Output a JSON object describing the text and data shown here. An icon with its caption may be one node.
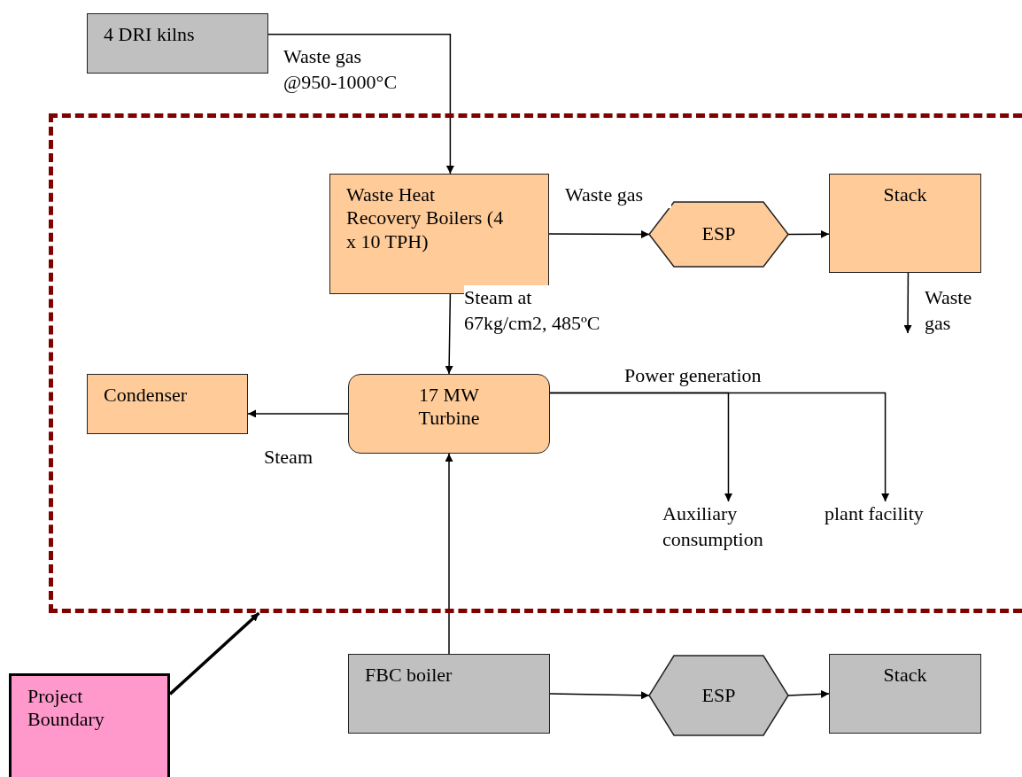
{
  "diagram": {
    "nodes": [
      {
        "text": [
          "4 DRI kilns"
        ]
      },
      {
        "text": [],
        "shape": "box"
      },
      {
        "text": [
          "Waste Heat Recovery Boilers (4 x 10 TPH)"
        ],
        "in": 1
      },
      {
        "text": [
          "ESP"
        ],
        "in": 1
      },
      {
        "text": [
          "Stack"
        ],
        "in": 1
      },
      {
        "text": [
          "Condenser"
        ],
        "in": 1
      },
      {
        "text": [
          "17 MW Turbine"
        ],
        "in": 1
      },
      {
        "text": [
          "Auxiliary consumption"
        ],
        "in": 1
      },
      {
        "text": [
          "plant facility"
        ],
        "in": 1
      },
      {
        "text": [
          "Project Boundary"
        ]
      },
      {
        "text": [
          "FBC boiler"
        ]
      },
      {
        "text": [
          "ESP"
        ]
      },
      {
        "text": [
          "Stack"
        ]
      }
    ],
    "edges": [
      {
        "from": 0,
        "to": 2,
        "arrow": "to",
        "label": "Waste gas @950-1000°C"
      },
      {
        "from": 2,
        "to": 3,
        "arrow": "to",
        "label": "Waste gas"
      },
      {
        "from": 3,
        "to": 4,
        "arrow": "to"
      },
      {
        "from": 4,
        "to": null,
        "arrow": "to",
        "label": "Waste gas"
      },
      {
        "from": 2,
        "to": 6,
        "arrow": "to",
        "label": "Steam at 67kg/cm2, 485ºC"
      },
      {
        "from": 6,
        "to": 5,
        "arrow": "to",
        "label": "Steam"
      },
      {
        "from": 6,
        "to": 7,
        "arrow": "to"
      },
      {
        "from": 6,
        "to": 8,
        "arrow": "to",
        "label": "Power generation"
      },
      {
        "from": 9,
        "to": 1,
        "arrow": "to",
        "style": "thick"
      },
      {
        "from": 10,
        "to": 6,
        "arrow": "to"
      },
      {
        "from": 10,
        "to": 11,
        "arrow": "to"
      },
      {
        "from": 11,
        "to": 12,
        "arrow": "to"
      }
    ]
  }
}
